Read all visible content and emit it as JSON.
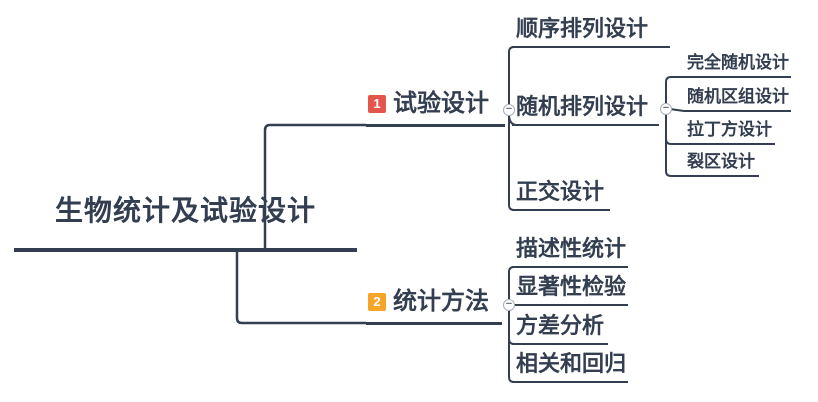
{
  "colors": {
    "line": "#333f50",
    "text": "#333f50",
    "badge_1": "#e4554d",
    "badge_2": "#f7a52a"
  },
  "ui": {
    "collapse_glyph": "−"
  },
  "root": {
    "label": "生物统计及试验设计"
  },
  "branches": [
    {
      "badge": "1",
      "label": "试验设计",
      "children": [
        {
          "label": "顺序排列设计"
        },
        {
          "label": "随机排列设计",
          "children": [
            {
              "label": "完全随机设计"
            },
            {
              "label": "随机区组设计"
            },
            {
              "label": "拉丁方设计"
            },
            {
              "label": "裂区设计"
            }
          ]
        },
        {
          "label": "正交设计"
        }
      ]
    },
    {
      "badge": "2",
      "label": "统计方法",
      "children": [
        {
          "label": "描述性统计"
        },
        {
          "label": "显著性检验"
        },
        {
          "label": "方差分析"
        },
        {
          "label": "相关和回归"
        }
      ]
    }
  ]
}
